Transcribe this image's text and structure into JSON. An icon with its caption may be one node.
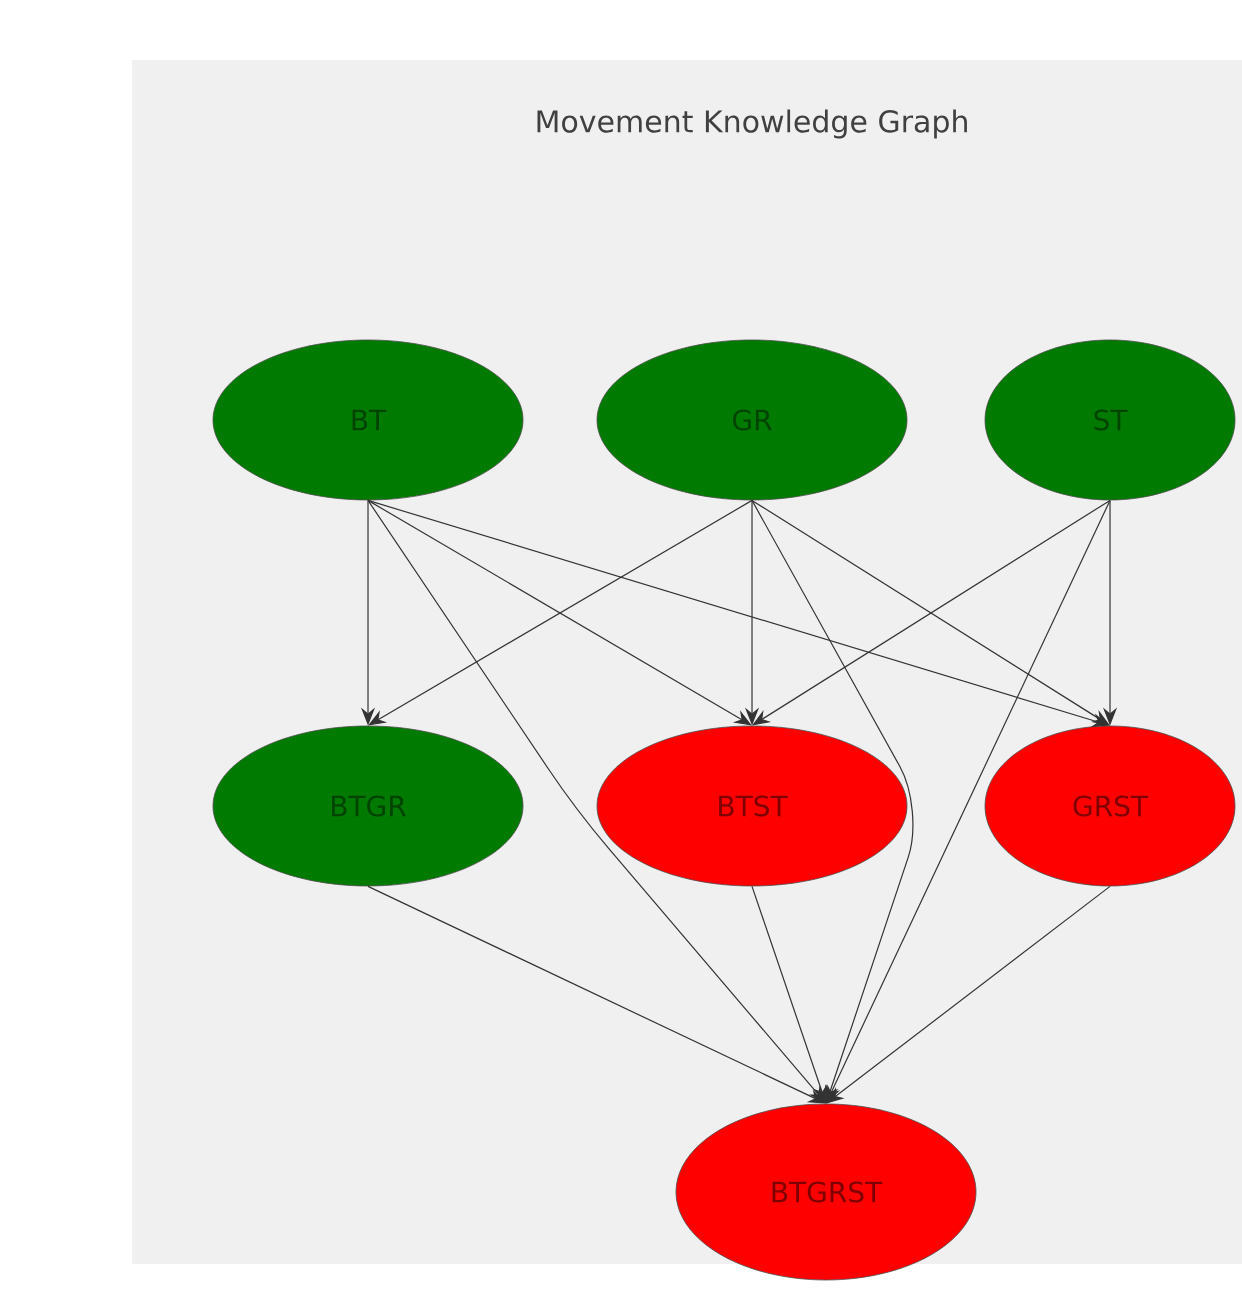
{
  "diagram": {
    "title": "Movement Knowledge Graph",
    "nodes": [
      {
        "text": [
          "BT"
        ]
      },
      {
        "text": [
          "GR"
        ]
      },
      {
        "text": [
          "ST"
        ]
      },
      {
        "text": [
          "BTGR"
        ]
      },
      {
        "text": [
          "BTST"
        ]
      },
      {
        "text": [
          "GRST"
        ]
      },
      {
        "text": [
          "BTGRST"
        ]
      }
    ],
    "edges": [
      {
        "from": 0,
        "to": 3,
        "arrow": "to"
      },
      {
        "from": 0,
        "to": 4,
        "arrow": "to"
      },
      {
        "from": 0,
        "to": 5,
        "arrow": "to"
      },
      {
        "from": 0,
        "to": 6,
        "arrow": "to"
      },
      {
        "from": 1,
        "to": 3,
        "arrow": "to"
      },
      {
        "from": 1,
        "to": 4,
        "arrow": "to"
      },
      {
        "from": 1,
        "to": 5,
        "arrow": "to"
      },
      {
        "from": 1,
        "to": 6,
        "arrow": "to"
      },
      {
        "from": 2,
        "to": 4,
        "arrow": "to"
      },
      {
        "from": 2,
        "to": 5,
        "arrow": "to"
      },
      {
        "from": 2,
        "to": 6,
        "arrow": "to"
      },
      {
        "from": 3,
        "to": 6,
        "arrow": "to"
      },
      {
        "from": 4,
        "to": 6,
        "arrow": "to"
      },
      {
        "from": 5,
        "to": 6,
        "arrow": "to"
      }
    ]
  }
}
